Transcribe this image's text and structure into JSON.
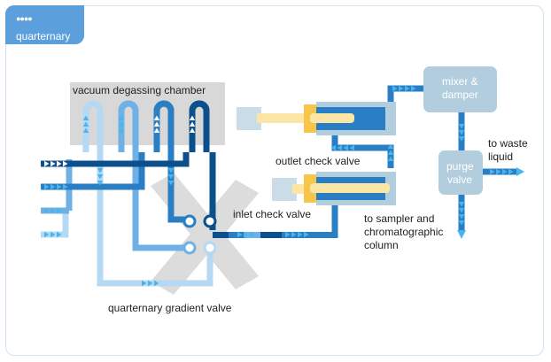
{
  "header": {
    "tab_label": "quarternary",
    "tab_dots": "●●●●"
  },
  "labels": {
    "vacuum_degassing_chamber": "vacuum degassing chamber",
    "mixer_line1": "mixer &",
    "mixer_line2": "damper",
    "purge_line1": "purge",
    "purge_line2": "valve",
    "waste_line1": "to waste",
    "waste_line2": "liquid",
    "outlet_check_valve": "outlet check valve",
    "inlet_check_valve": "inlet check valve",
    "sampler_line1": "to sampler and",
    "sampler_line2": "chromatographic",
    "sampler_line3": "column",
    "gradient_valve": "quarternary gradient valve"
  },
  "colors": {
    "darkest_blue": "#0b4f8c",
    "dark_blue": "#2a7fc4",
    "mid_blue": "#6fb0e6",
    "light_blue": "#b5d8f3",
    "gray_box": "#d8d8d8",
    "steel_box": "#b2cede",
    "piston_yellow": "#f6c54a",
    "piston_cream": "#fbe6a6",
    "arrow_color": "#48b6ee"
  }
}
